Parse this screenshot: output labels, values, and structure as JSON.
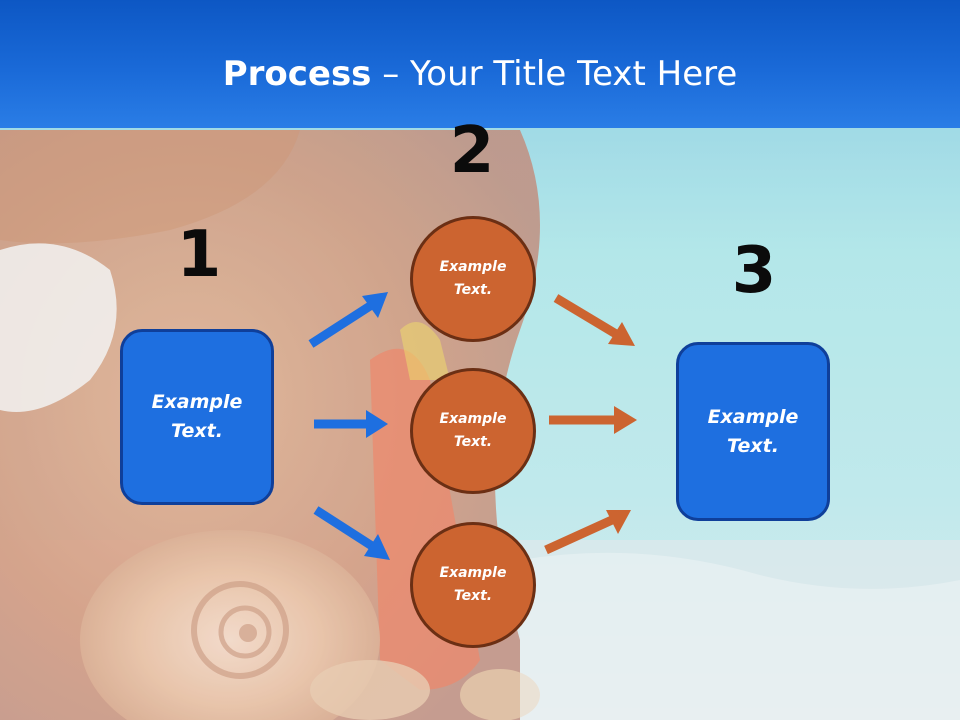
{
  "slide": {
    "title_bold": "Process",
    "title_rest": " – Your Title Text Here",
    "background_image": "beach-scene-with-straw-hat-and-seashells"
  },
  "steps": [
    {
      "number": "1",
      "text": "Example\nText."
    },
    {
      "number": "2",
      "items": [
        "Example\nText.",
        "Example\nText.",
        "Example\nText."
      ]
    },
    {
      "number": "3",
      "text": "Example\nText."
    }
  ],
  "colors": {
    "title_bar": "#1a6ad8",
    "box_fill": "#1e6fe0",
    "circle_fill": "#cc6430",
    "arrow_blue": "#1e6fe0",
    "arrow_orange": "#cc6430"
  }
}
